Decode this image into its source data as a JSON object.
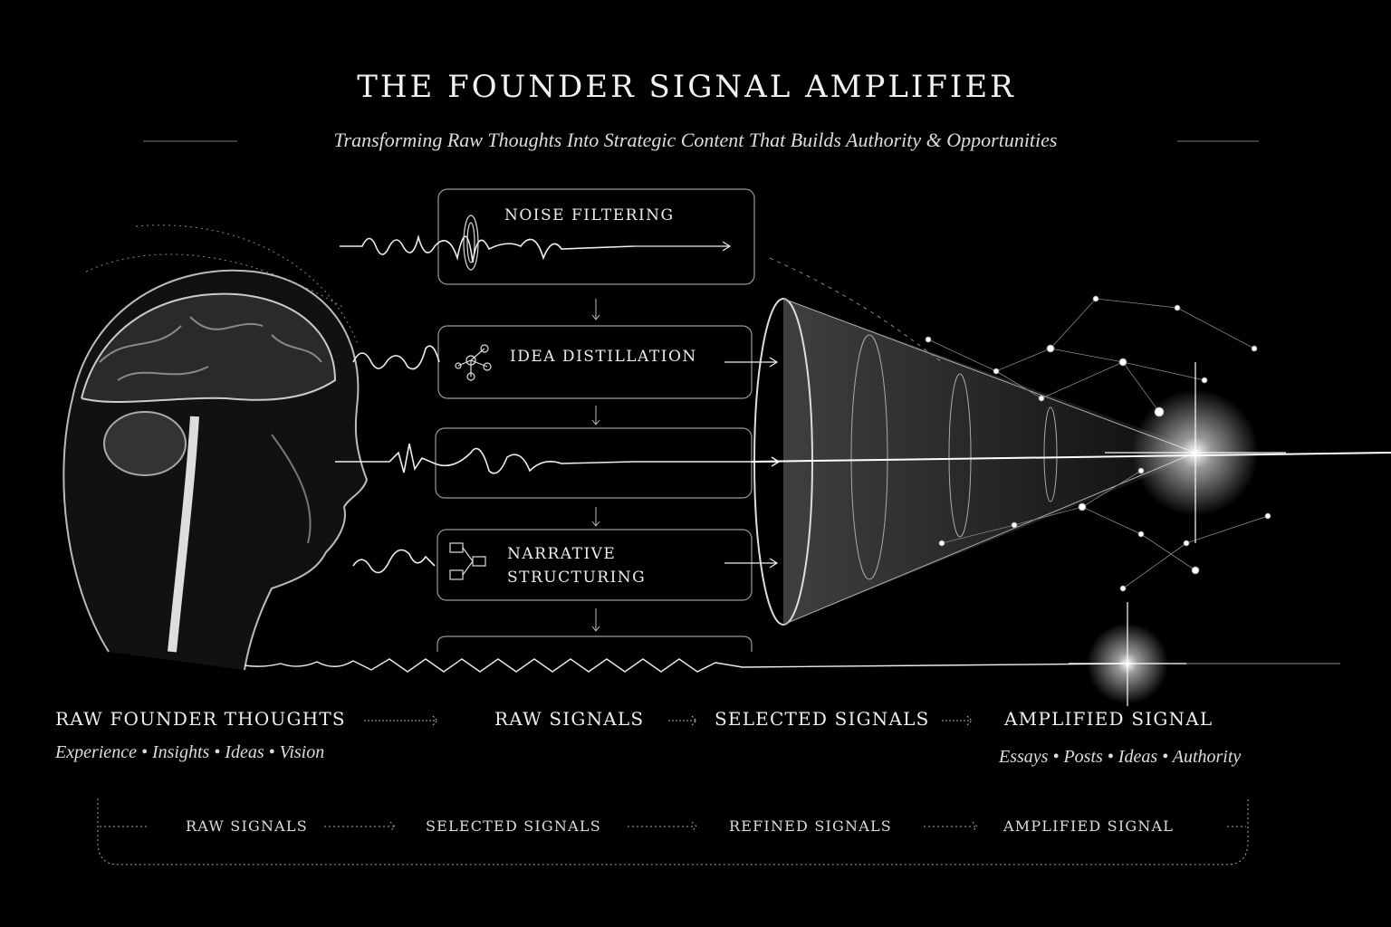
{
  "title": "THE FOUNDER SIGNAL AMPLIFIER",
  "subtitle": "Transforming Raw Thoughts Into Strategic Content That Builds Authority & Opportunities",
  "process_boxes": [
    {
      "label": "NOISE FILTERING",
      "icon": "waveform-filter-icon"
    },
    {
      "label": "IDEA DISTILLATION",
      "icon": "molecule-network-icon"
    },
    {
      "label": "",
      "icon": ""
    },
    {
      "label_line1": "NARRATIVE",
      "label_line2": "STRUCTURING",
      "icon": "structure-flow-icon"
    }
  ],
  "stages": {
    "raw_thoughts": "RAW FOUNDER THOUGHTS",
    "raw_thoughts_sub": "Experience • Insights • Ideas • Vision",
    "raw_signals": "RAW SIGNALS",
    "selected_signals": "SELECTED SIGNALS",
    "amplified_signal": "AMPLIFIED SIGNAL",
    "amplified_sub": "Essays • Posts • Ideas • Authority"
  },
  "pipeline": [
    "RAW SIGNALS",
    "SELECTED SIGNALS",
    "REFINED SIGNALS",
    "AMPLIFIED SIGNAL"
  ]
}
